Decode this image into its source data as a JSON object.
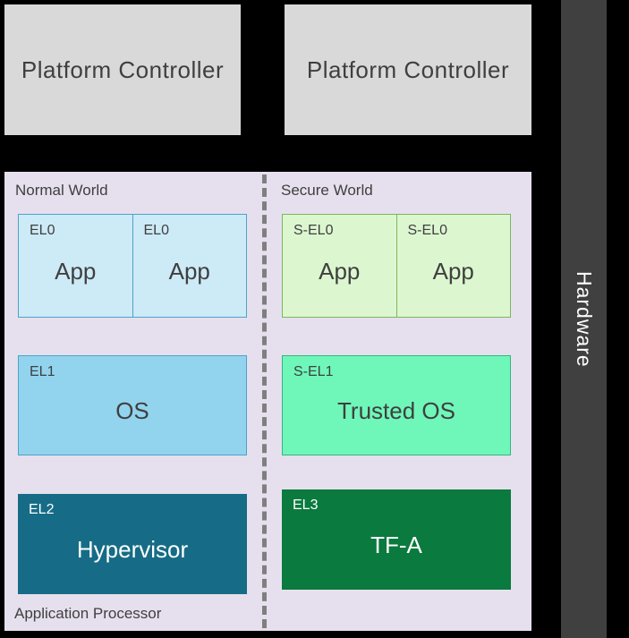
{
  "colors": {
    "background": "#000000",
    "platform_controller_bg": "#d9d9d9",
    "hardware_bg": "#404040",
    "processor_bg": "#e6e0ee",
    "el0_bg": "#cdeaf7",
    "el1_bg": "#92d4ee",
    "el2_bg": "#166c86",
    "sel0_bg": "#dcf7d0",
    "sel1_bg": "#6ff7ba",
    "el3_bg": "#0a7a3e",
    "dark_text": "#3f3f3f",
    "light_text": "#ffffff"
  },
  "platform_controllers": [
    {
      "label": "Platform Controller"
    },
    {
      "label": "Platform Controller"
    }
  ],
  "hardware": {
    "label": "Hardware"
  },
  "processor": {
    "label": "Application Processor",
    "normal_world": {
      "label": "Normal World",
      "el0_boxes": [
        {
          "level": "EL0",
          "name": "App"
        },
        {
          "level": "EL0",
          "name": "App"
        }
      ],
      "el1": {
        "level": "EL1",
        "name": "OS"
      },
      "el2": {
        "level": "EL2",
        "name": "Hypervisor"
      }
    },
    "secure_world": {
      "label": "Secure World",
      "el0_boxes": [
        {
          "level": "S-EL0",
          "name": "App"
        },
        {
          "level": "S-EL0",
          "name": "App"
        }
      ],
      "el1": {
        "level": "S-EL1",
        "name": "Trusted OS"
      },
      "el3": {
        "level": "EL3",
        "name": "TF-A"
      }
    }
  }
}
